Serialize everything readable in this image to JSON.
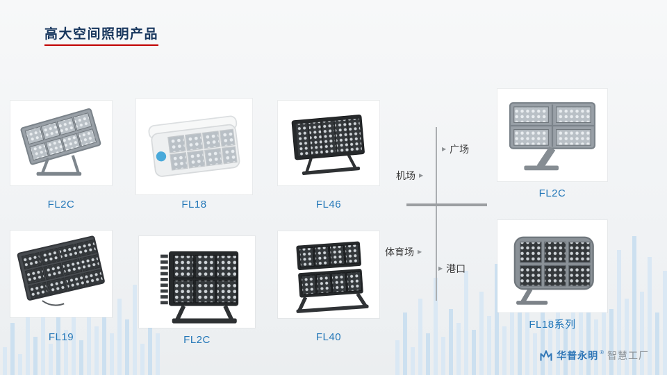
{
  "title": {
    "text": "高大空间照明产品"
  },
  "products": [
    {
      "label": "FL2C"
    },
    {
      "label": "FL18"
    },
    {
      "label": "FL46"
    },
    {
      "label": "FL2C"
    },
    {
      "label": "FL19"
    },
    {
      "label": "FL2C"
    },
    {
      "label": "FL40"
    },
    {
      "label": "FL18系列"
    }
  ],
  "applications": [
    {
      "label": "广场"
    },
    {
      "label": "机场"
    },
    {
      "label": "体育场"
    },
    {
      "label": "港口"
    }
  ],
  "diagram": {
    "marker": "▶"
  },
  "logo": {
    "brand": "华普永明",
    "reg": "®",
    "suffix": "智慧工厂"
  },
  "colors": {
    "accent_red": "#c00000",
    "title_navy": "#17365d",
    "label_blue": "#2377b8",
    "brand_blue": "#2e75b6",
    "line_gray": "#9b9ea1",
    "bars_light_blue": "#dae8f4"
  }
}
